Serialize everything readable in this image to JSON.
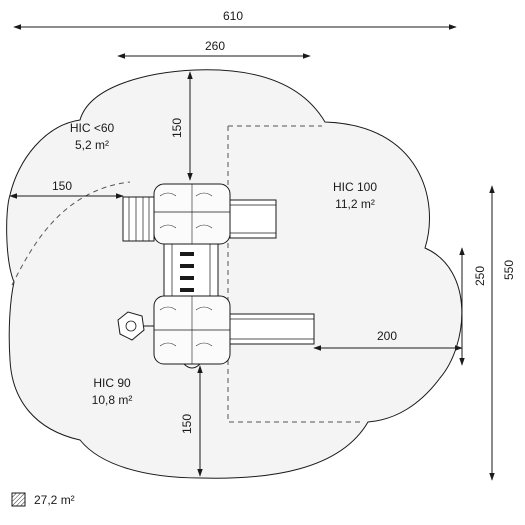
{
  "dimensions": {
    "overall_width": "610",
    "top_width": "260",
    "top_clearance": "150",
    "left_clearance": "150",
    "right_clearance": "200",
    "bottom_clearance": "150",
    "inner_height": "250",
    "overall_height": "550"
  },
  "zones": [
    {
      "hic": "HIC <60",
      "area": "5,2 m²"
    },
    {
      "hic": "HIC 100",
      "area": "11,2  m²"
    },
    {
      "hic": "HIC 90",
      "area": "10,8 m²"
    }
  ],
  "legend": {
    "total_area": "27,2 m²",
    "icon": "hatched-surface-icon"
  },
  "colors": {
    "line": "#1a1a1a",
    "fill": "#f2f2f2",
    "dash": "#555555"
  }
}
